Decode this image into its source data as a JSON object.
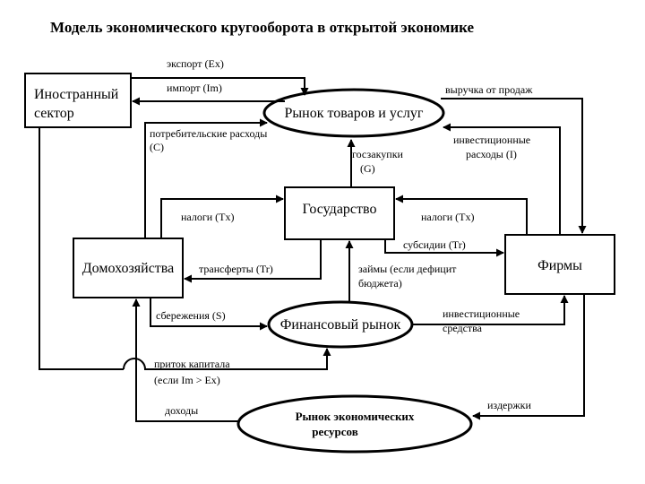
{
  "title": "Модель экономического кругооборота в открытой экономике",
  "nodes": {
    "foreign_sector_line1": "Иностранный",
    "foreign_sector_line2": "сектор",
    "goods_market": "Рынок товаров и услуг",
    "government": "Государство",
    "households": "Домохозяйства",
    "firms": "Фирмы",
    "financial_market": "Финансовый рынок",
    "resource_market_line1": "Рынок экономических",
    "resource_market_line2": "ресурсов"
  },
  "edges": {
    "export": "экспорт (Ex)",
    "import": "импорт (Im)",
    "revenue": "выручка от продаж",
    "consumer_spending_line1": "потребительские расходы",
    "consumer_spending_line2": "(C)",
    "gov_purchases_line1": "госзакупки",
    "gov_purchases_line2": "(G)",
    "investment_spending_line1": "инвестиционные",
    "investment_spending_line2": "расходы (I)",
    "taxes_households": "налоги (Tx)",
    "taxes_firms": "налоги (Tx)",
    "subsidies": "субсидии (Tr)",
    "transfers": "трансферты (Tr)",
    "loans_line1": "займы (если дефицит",
    "loans_line2": "бюджета)",
    "savings": "сбережения (S)",
    "investment_funds_line1": "инвестиционные",
    "investment_funds_line2": "средства",
    "capital_inflow_line1": "приток капитала",
    "capital_inflow_line2": "(если Im > Ex)",
    "income": "доходы",
    "costs": "издержки"
  }
}
